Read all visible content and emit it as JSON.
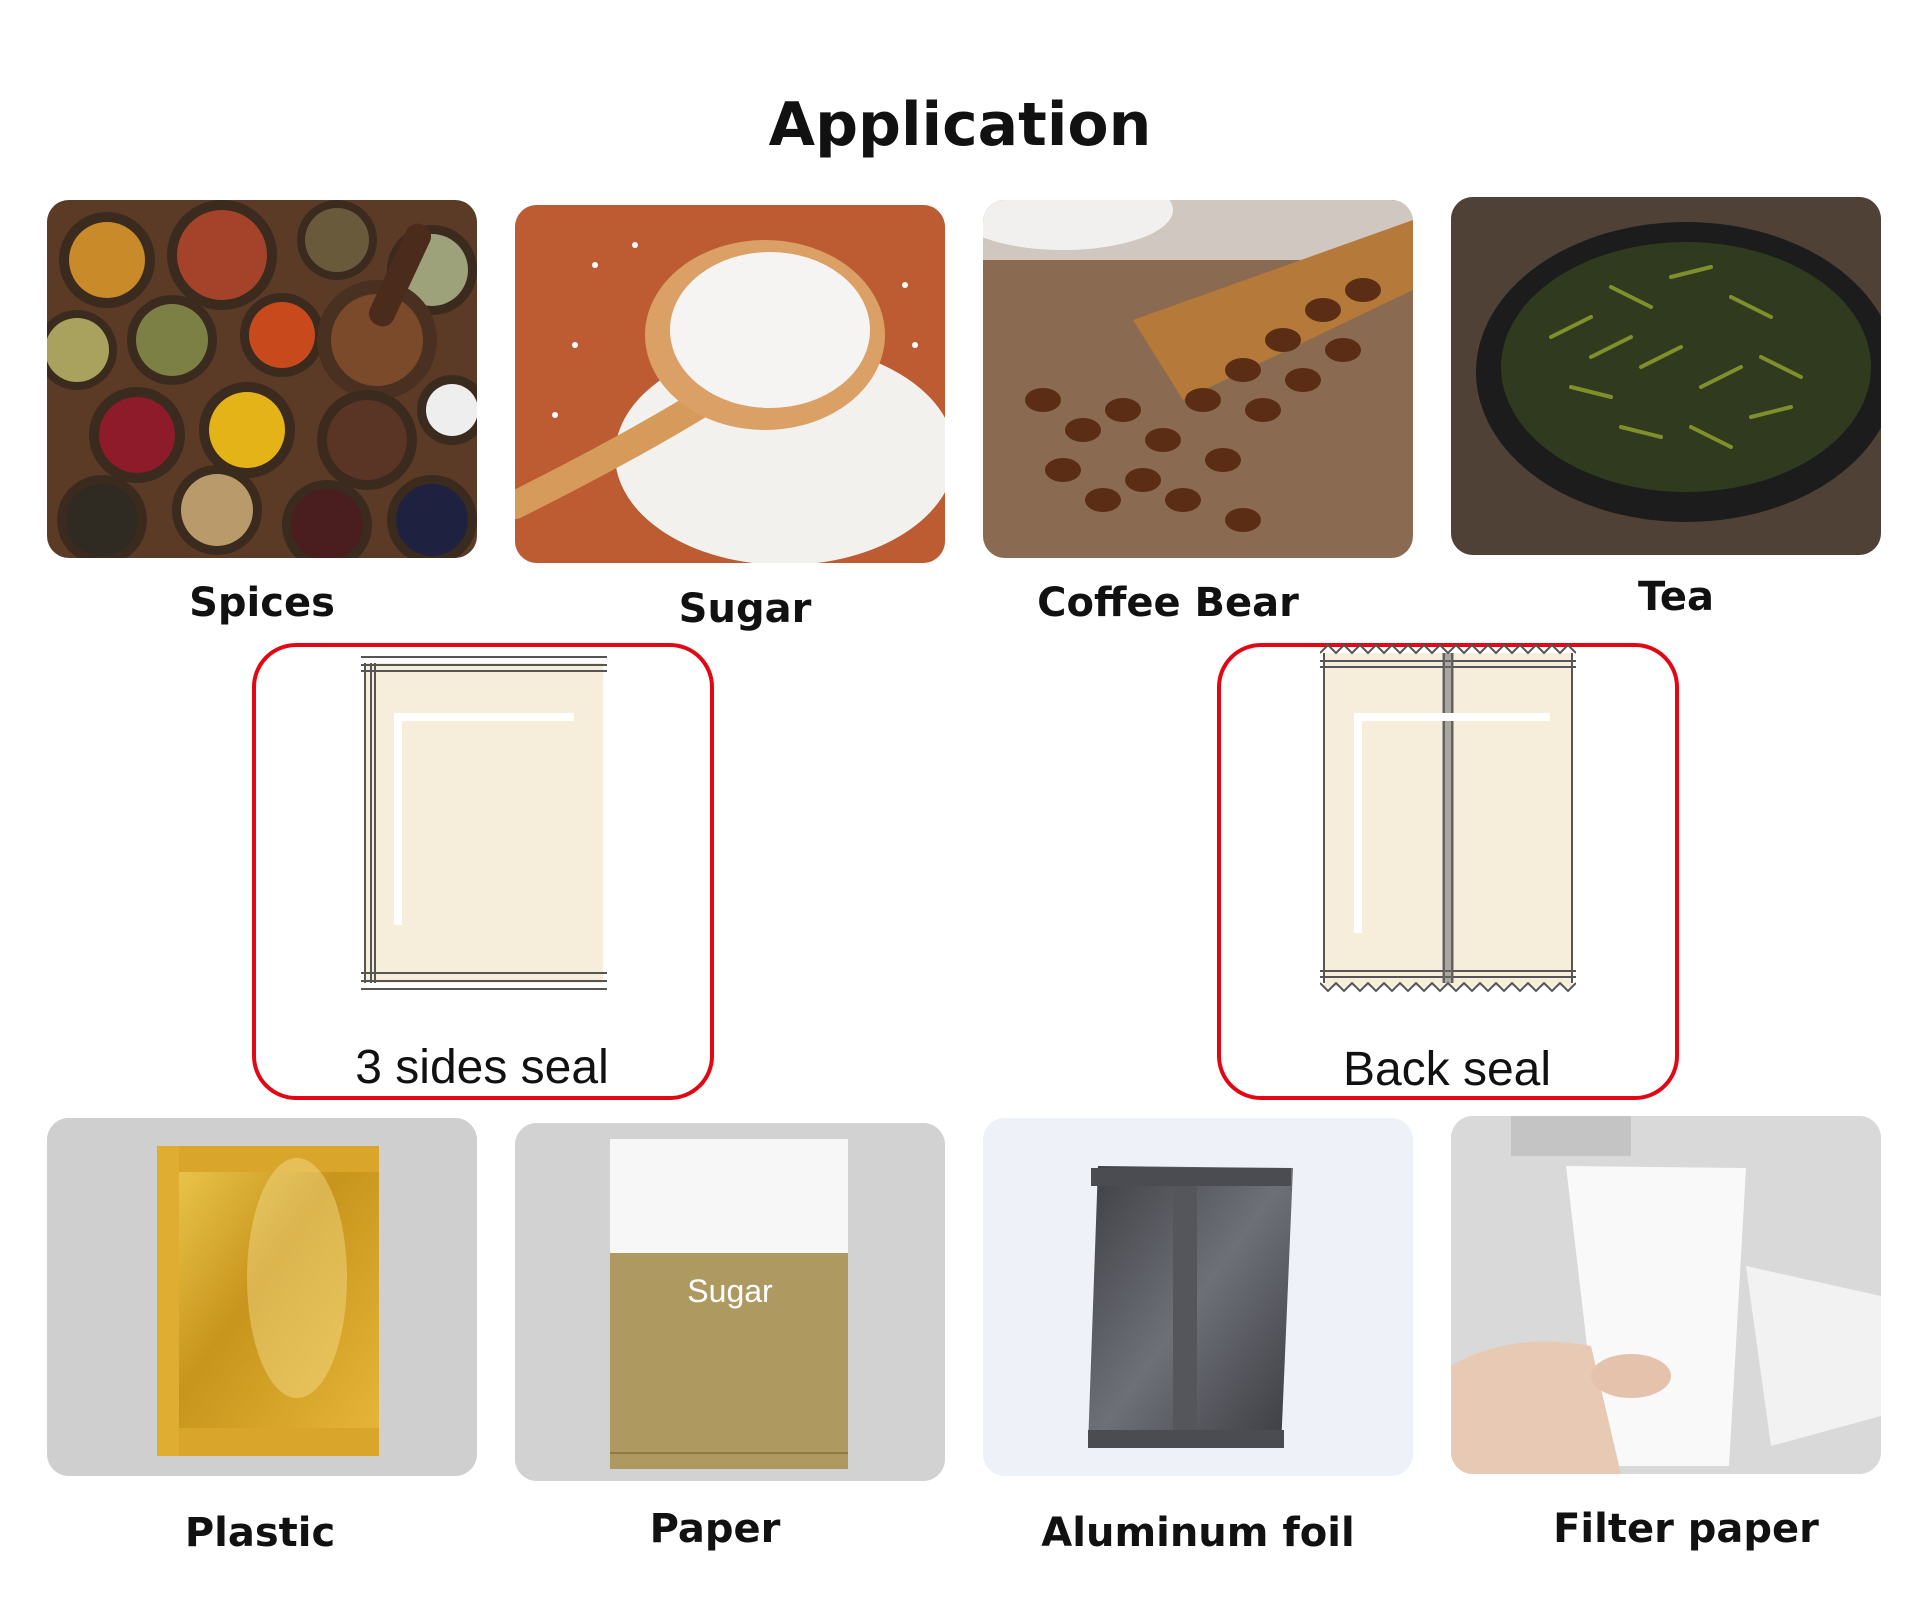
{
  "title": "Application",
  "applications": [
    {
      "label": "Spices",
      "image": "spices-bowls-photo"
    },
    {
      "label": "Sugar",
      "image": "sugar-spoon-photo"
    },
    {
      "label": "Coffee Bear",
      "image": "coffee-beans-photo"
    },
    {
      "label": "Tea",
      "image": "green-tea-photo"
    }
  ],
  "seal_types": [
    {
      "label": "3 sides seal",
      "image": "three-side-seal-diagram"
    },
    {
      "label": "Back seal",
      "image": "back-seal-diagram"
    }
  ],
  "materials": [
    {
      "label": "Plastic",
      "image": "gold-plastic-sachet-photo"
    },
    {
      "label": "Paper",
      "image": "paper-sachet-photo",
      "bag_text": "Sugar"
    },
    {
      "label": "Aluminum foil",
      "image": "aluminum-foil-sachet-photo"
    },
    {
      "label": "Filter paper",
      "image": "filter-paper-sachet-photo"
    }
  ],
  "colors": {
    "seal_border": "#e30613",
    "sachet_fill": "#f6eedb"
  }
}
